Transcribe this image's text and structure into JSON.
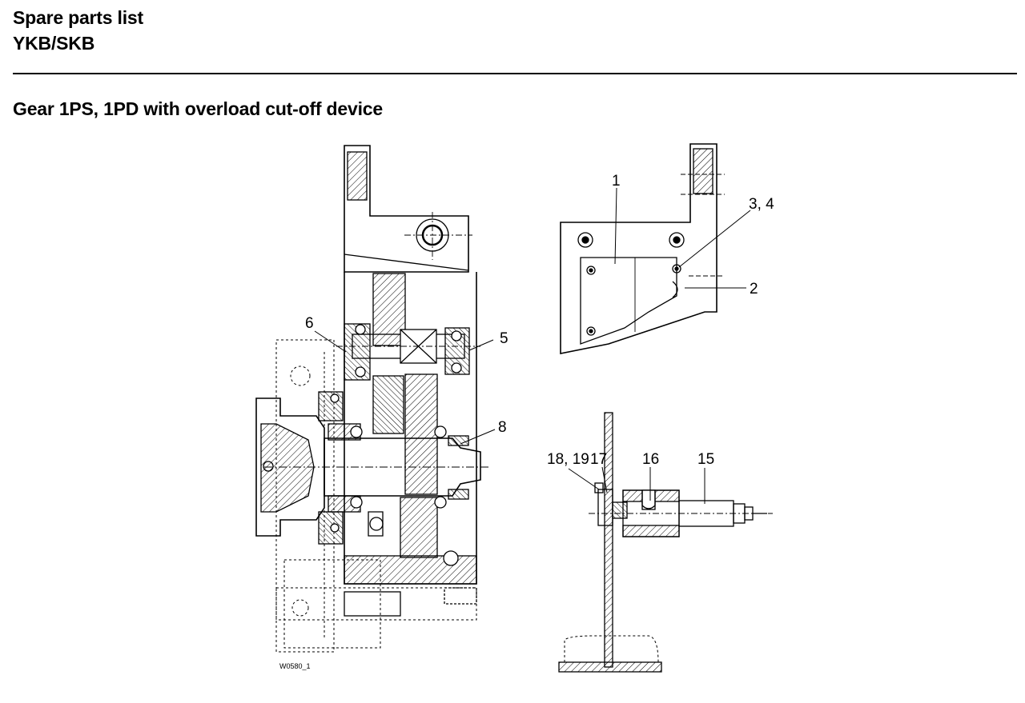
{
  "header": {
    "title": "Spare parts list",
    "subtitle": "YKB/SKB"
  },
  "section": {
    "title": "Gear 1PS, 1PD with overload cut-off device"
  },
  "drawing": {
    "code": "W0580_1",
    "callouts": {
      "c1": "1",
      "c2": "2",
      "c34": "3, 4",
      "c5": "5",
      "c6": "6",
      "c8": "8",
      "c15": "15",
      "c16": "16",
      "c17": "17",
      "c1819": "18, 19"
    }
  }
}
